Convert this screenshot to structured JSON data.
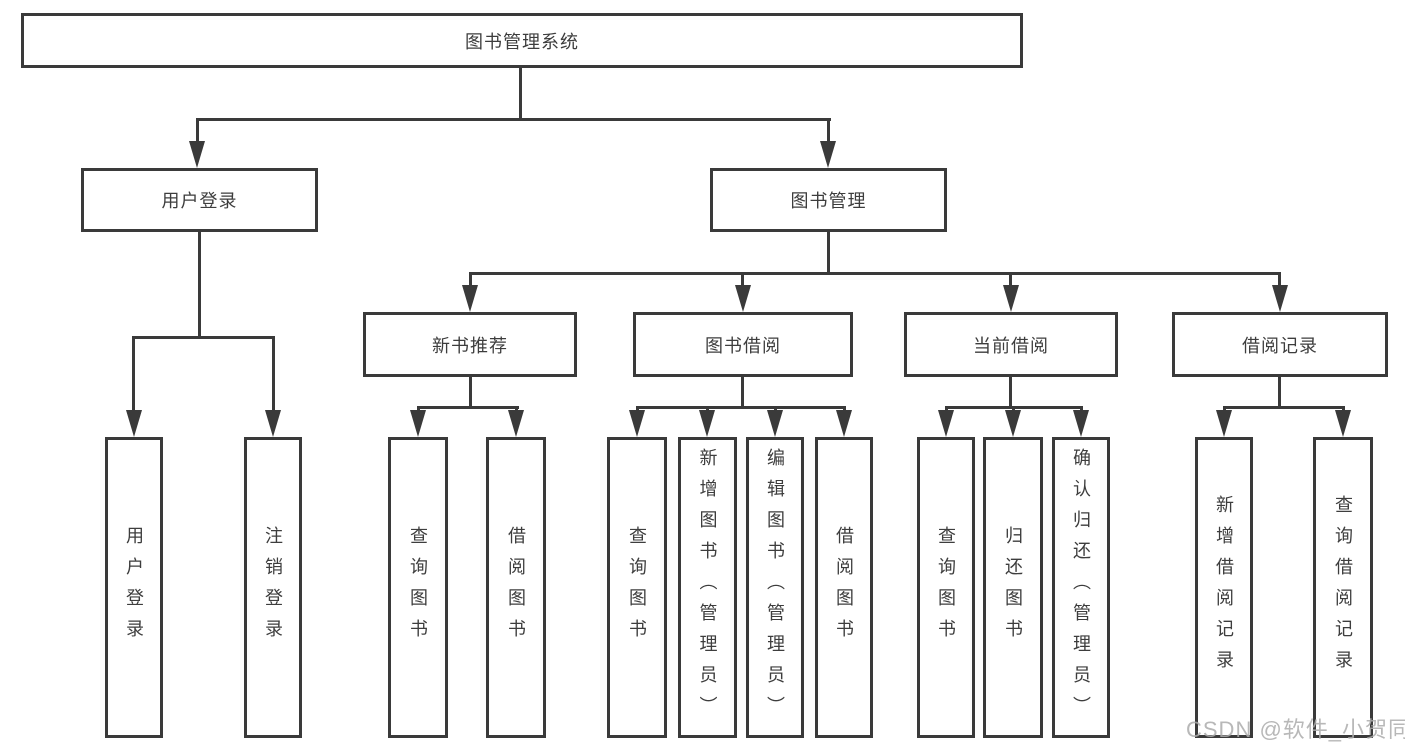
{
  "root": {
    "label": "图书管理系统"
  },
  "level2": {
    "user_login": "用户登录",
    "book_mgmt": "图书管理"
  },
  "level3": {
    "new_books": "新书推荐",
    "borrow": "图书借阅",
    "current": "当前借阅",
    "records": "借阅记录"
  },
  "leaves": {
    "user_login": [
      "用户登录",
      "注销登录"
    ],
    "new_books": [
      "查询图书",
      "借阅图书"
    ],
    "borrow": [
      "查询图书",
      "新增图书（管理员）",
      "编辑图书（管理员）",
      "借阅图书"
    ],
    "current": [
      "查询图书",
      "归还图书",
      "确认归还（管理员）"
    ],
    "records": [
      "新增借阅记录",
      "查询借阅记录"
    ]
  },
  "watermark": "CSDN @软件_小贺同学",
  "colors": {
    "line": "#3a3a3a",
    "text": "#3d3d3d",
    "background": "#ffffff",
    "watermark": "#acacac"
  }
}
